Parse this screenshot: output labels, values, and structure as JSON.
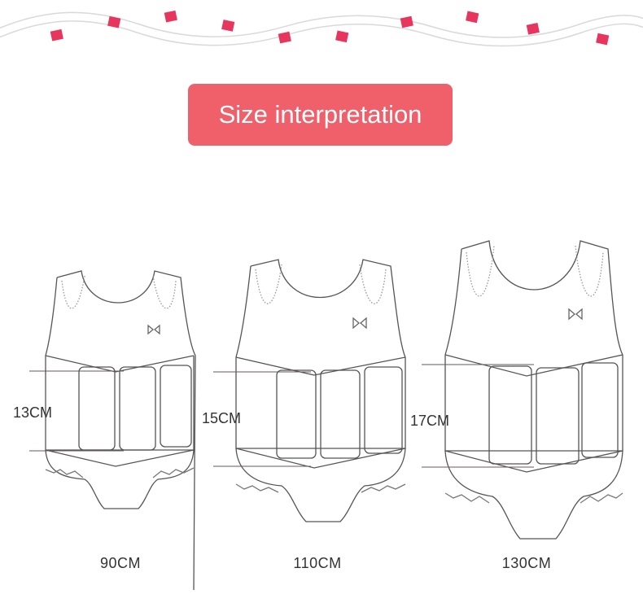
{
  "header": {
    "title": "Size interpretation",
    "accent_color": "#f0606a",
    "decor_color": "#e8355e"
  },
  "suits": [
    {
      "size_label": "90CM",
      "measurement": "13CM"
    },
    {
      "size_label": "110CM",
      "measurement": "15CM"
    },
    {
      "size_label": "130CM",
      "measurement": "17CM"
    }
  ]
}
